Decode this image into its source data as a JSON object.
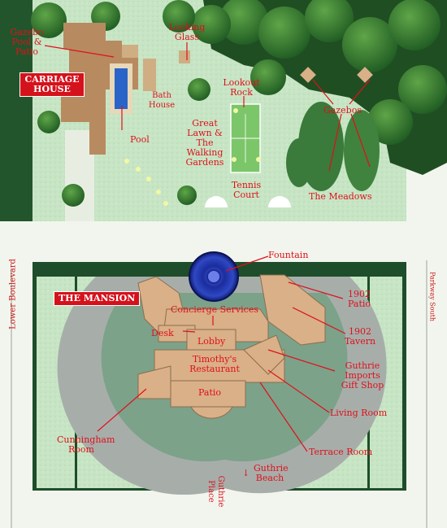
{
  "badges": {
    "carriage_house": "CARRIAGE HOUSE",
    "mansion": "THE MANSION"
  },
  "labels": {
    "gazebo_pool_patio": "Gazebo Pool & Patio",
    "looking_glass": "Looking Glass",
    "bath_house": "Bath House",
    "pool": "Pool",
    "lookout_rock": "Lookout Rock",
    "gazebos": "Gazebos",
    "great_lawn": "Great Lawn & The Walking Gardens",
    "tennis_court": "Tennis Court",
    "the_meadows": "The Meadows",
    "fountain": "Fountain",
    "concierge_services": "Concierge Services",
    "desk": "Desk",
    "lobby": "Lobby",
    "timothys_restaurant": "Timothy's Restaurant",
    "patio": "Patio",
    "patio_1902": "1902 Patio",
    "tavern_1902": "1902 Tavern",
    "guthrie_imports": "Guthrie Imports Gift Shop",
    "living_room": "Living Room",
    "terrace_room": "Terrace Room",
    "cunningham_room": "Cunningham Room",
    "guthrie_beach": "Guthrie Beach",
    "guthrie_place": "Guthrie Place"
  },
  "roads": {
    "lower_boulevard": "Lower Boulevard",
    "parkway_south": "Parkway South"
  },
  "colors": {
    "background": "#1d4d2a",
    "lawn": "#cfe9cc",
    "building": "#d9b088",
    "label_red": "#e0101a",
    "fountain_blue": "#1c2ea0"
  }
}
